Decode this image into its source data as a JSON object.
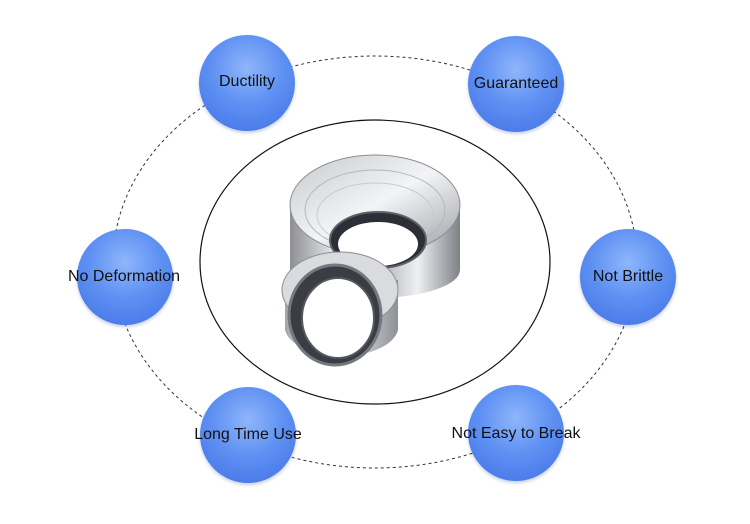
{
  "diagram": {
    "features": [
      {
        "id": "ductility",
        "label": "Ductility"
      },
      {
        "id": "guaranteed",
        "label": "Guaranteed"
      },
      {
        "id": "no-deformation",
        "label": "No Deformation"
      },
      {
        "id": "not-brittle",
        "label": "Not Brittle"
      },
      {
        "id": "long-time-use",
        "label": "Long Time Use"
      },
      {
        "id": "not-easy-to-break",
        "label": "Not Easy to Break"
      }
    ]
  },
  "colors": {
    "bubble": "#5f91f3",
    "dashed_ring": "#333333",
    "inner_ring": "#111111"
  }
}
